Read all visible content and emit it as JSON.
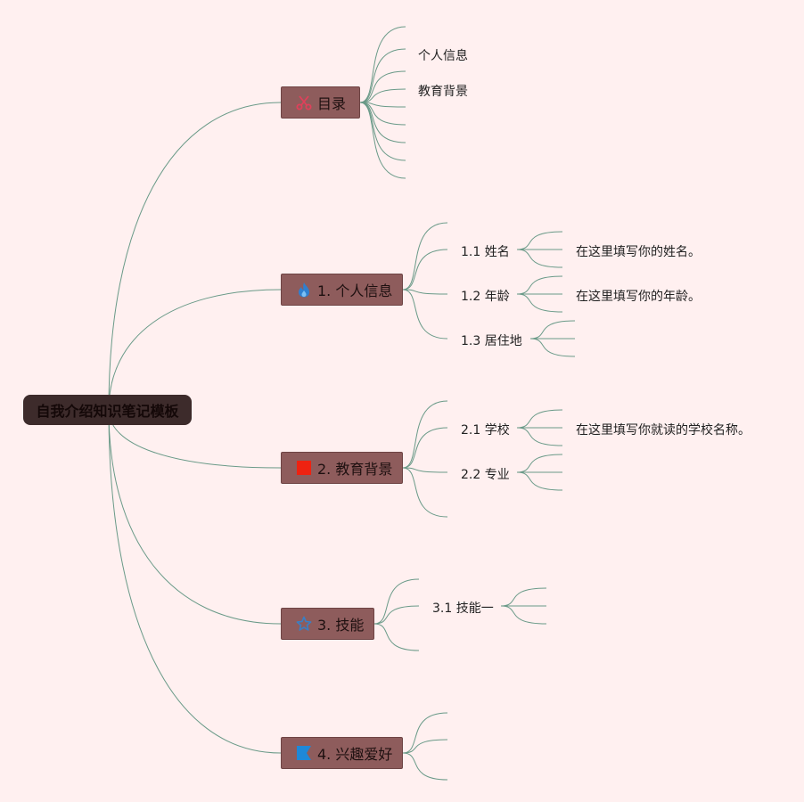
{
  "root": {
    "title": "自我介绍知识笔记模板"
  },
  "toc": {
    "label": "目录",
    "items": [
      "个人信息",
      "教育背景"
    ]
  },
  "sections": [
    {
      "label": "1. 个人信息",
      "children": [
        {
          "label": "1.1 姓名",
          "note": "在这里填写你的姓名。"
        },
        {
          "label": "1.2 年龄",
          "note": "在这里填写你的年龄。"
        },
        {
          "label": "1.3 居住地"
        }
      ]
    },
    {
      "label": "2. 教育背景",
      "children": [
        {
          "label": "2.1 学校",
          "note": "在这里填写你就读的学校名称。"
        },
        {
          "label": "2.2 专业"
        }
      ]
    },
    {
      "label": "3. 技能",
      "children": [
        {
          "label": "3.1 技能一"
        }
      ]
    },
    {
      "label": "4. 兴趣爱好",
      "children": []
    }
  ],
  "colors": {
    "background": "#fff0f0",
    "branch_node": "#8e5c5c",
    "root_node": "#3d2b2b",
    "connector": "#6a9a88"
  },
  "icons": {
    "toc": "scissors-icon",
    "section1": "flame-icon",
    "section2": "red-square-icon",
    "section3": "star-outline-icon",
    "section4": "blue-flag-icon"
  }
}
